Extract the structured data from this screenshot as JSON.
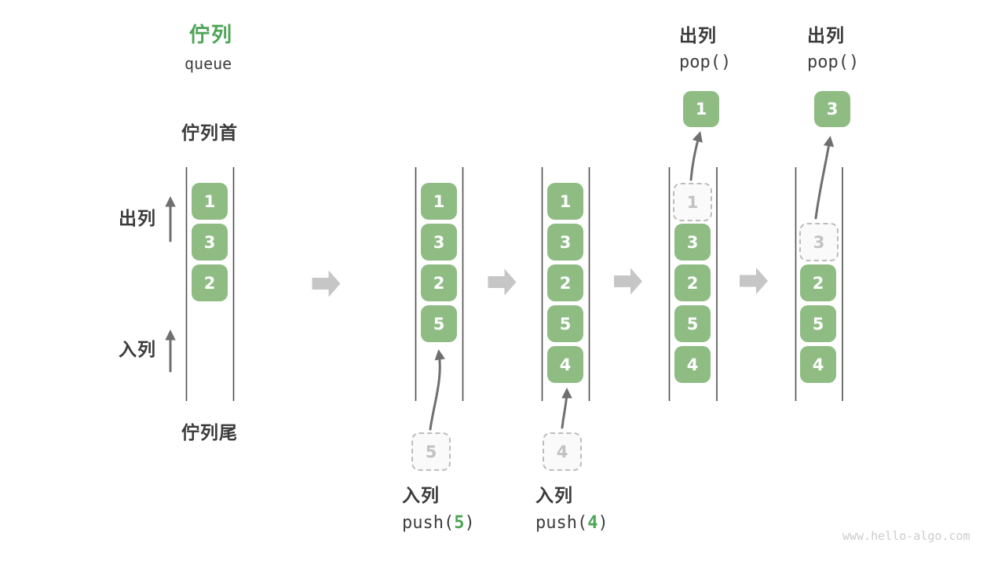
{
  "header": {
    "title_zh": "佇列",
    "title_en": "queue"
  },
  "labels": {
    "front": "佇列首",
    "rear": "佇列尾",
    "dequeue": "出列",
    "enqueue": "入列"
  },
  "states": [
    {
      "items": [
        "1",
        "3",
        "2"
      ]
    },
    {
      "items": [
        "1",
        "3",
        "2",
        "5"
      ],
      "staged": "5"
    },
    {
      "items": [
        "1",
        "3",
        "2",
        "5",
        "4"
      ],
      "staged": "4"
    },
    {
      "removed": "1",
      "items": [
        "3",
        "2",
        "5",
        "4"
      ],
      "popped": "1"
    },
    {
      "removed": "3",
      "items": [
        "2",
        "5",
        "4"
      ],
      "popped": "3"
    }
  ],
  "ops": {
    "push_a": {
      "label": "入列",
      "fn_open": "push(",
      "arg": "5",
      "fn_close": ")"
    },
    "push_b": {
      "label": "入列",
      "fn_open": "push(",
      "arg": "4",
      "fn_close": ")"
    },
    "pop_a": {
      "label": "出列",
      "fn": "pop()"
    },
    "pop_b": {
      "label": "出列",
      "fn": "pop()"
    }
  },
  "watermark": "www.hello-algo.com",
  "colors": {
    "box_green": "#8EBC83",
    "accent_green": "#4CA455",
    "wall_gray": "#4F4F4F",
    "arrow_gray": "#6F6F6F",
    "big_arrow_gray": "#C6C6C6",
    "dashed_border": "#BCBCBC",
    "dashed_fill": "#FAFAFA",
    "dashed_text": "#C2C2C2",
    "label_dark": "#3A3A3A",
    "code_dark": "#3F3F3F",
    "watermark_gray": "#CCCCCC",
    "box_text": "#FFFFFF",
    "background": "#FFFFFF"
  }
}
